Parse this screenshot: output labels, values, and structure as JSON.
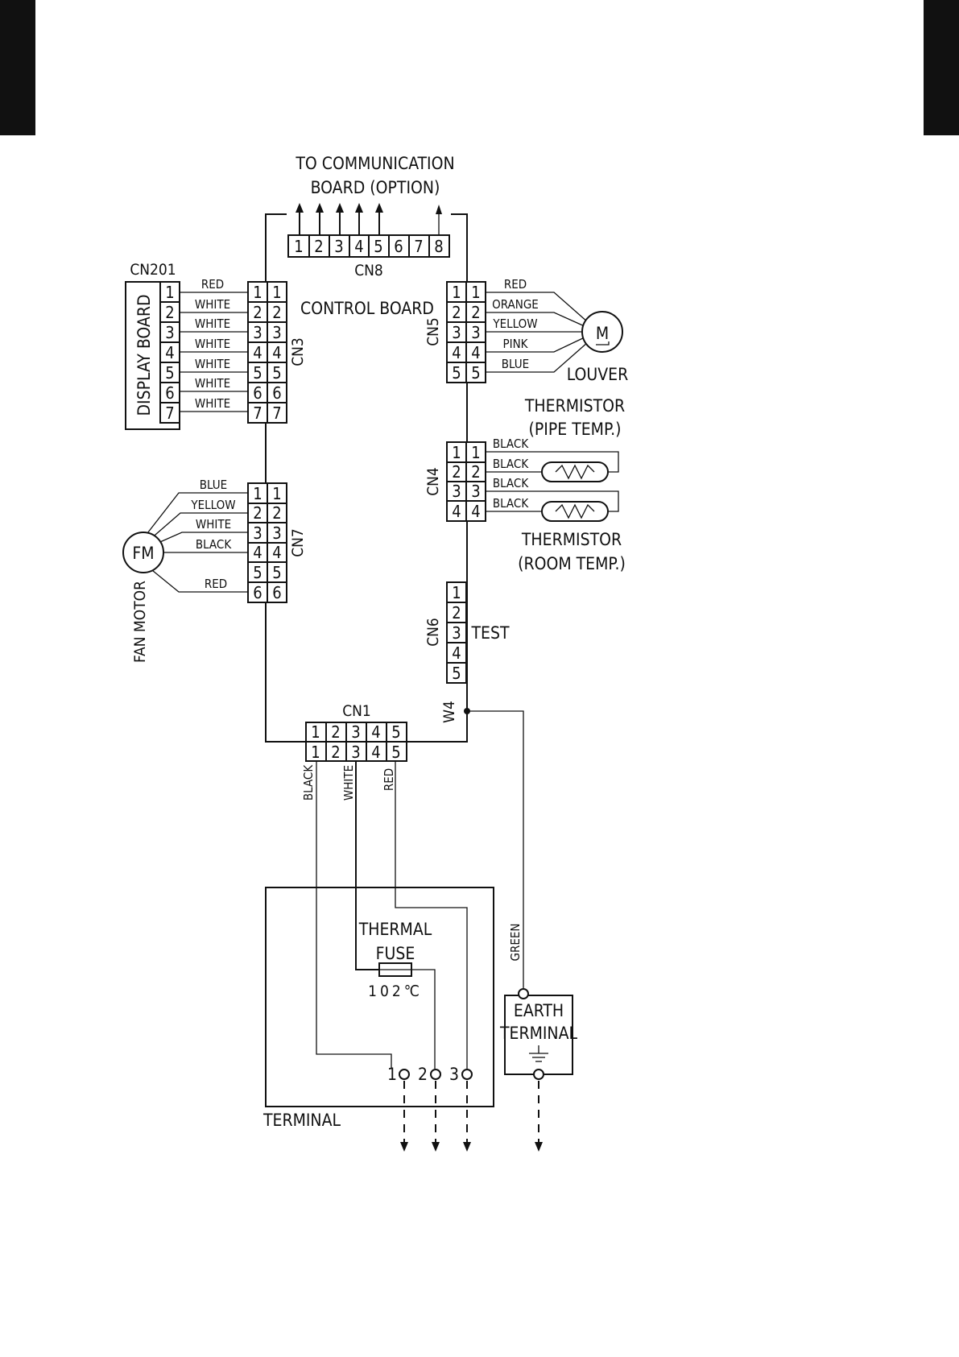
{
  "communication": {
    "line1": "TO COMMUNICATION",
    "line2": "BOARD (OPTION)"
  },
  "control_board": {
    "label": "CONTROL BOARD"
  },
  "display_board": {
    "label": "DISPLAY BOARD",
    "connector": "CN201"
  },
  "cn8": {
    "label": "CN8",
    "pins": [
      "1",
      "2",
      "3",
      "4",
      "5",
      "6",
      "7",
      "8"
    ]
  },
  "cn3": {
    "label": "CN3",
    "pins": [
      "1",
      "2",
      "3",
      "4",
      "5",
      "6",
      "7"
    ],
    "wires": [
      "RED",
      "WHITE",
      "WHITE",
      "WHITE",
      "WHITE",
      "WHITE",
      "WHITE"
    ]
  },
  "cn5": {
    "label": "CN5",
    "pins": [
      "1",
      "2",
      "3",
      "4",
      "5"
    ],
    "wires": [
      "RED",
      "ORANGE",
      "YELLOW",
      "PINK",
      "BLUE"
    ]
  },
  "louver": {
    "label": "LOUVER",
    "motor_symbol": "M"
  },
  "cn4": {
    "label": "CN4",
    "pins": [
      "1",
      "2",
      "3",
      "4"
    ],
    "wires": [
      "BLACK",
      "BLACK",
      "BLACK",
      "BLACK"
    ]
  },
  "thermistor_pipe": {
    "line1": "THERMISTOR",
    "line2": "(PIPE TEMP.)"
  },
  "thermistor_room": {
    "line1": "THERMISTOR",
    "line2": "(ROOM TEMP.)"
  },
  "cn7": {
    "label": "CN7",
    "pins": [
      "1",
      "2",
      "3",
      "4",
      "5",
      "6"
    ],
    "wires": [
      "BLUE",
      "YELLOW",
      "WHITE",
      "BLACK",
      "",
      "RED"
    ]
  },
  "fan_motor": {
    "label": "FAN MOTOR",
    "symbol": "FM"
  },
  "cn6": {
    "label": "CN6",
    "pins": [
      "1",
      "2",
      "3",
      "4",
      "5"
    ],
    "test": "TEST"
  },
  "w4": {
    "label": "W4"
  },
  "cn1": {
    "label": "CN1",
    "pins": [
      "1",
      "2",
      "3",
      "4",
      "5"
    ],
    "wires": [
      "BLACK",
      "WHITE",
      "RED"
    ]
  },
  "thermal_fuse": {
    "line1": "THERMAL",
    "line2": "FUSE",
    "rating": "102℃"
  },
  "terminal": {
    "label": "TERMINAL",
    "pins": [
      "1",
      "2",
      "3"
    ]
  },
  "earth": {
    "line1": "EARTH",
    "line2": "TERMINAL",
    "wire": "GREEN"
  }
}
